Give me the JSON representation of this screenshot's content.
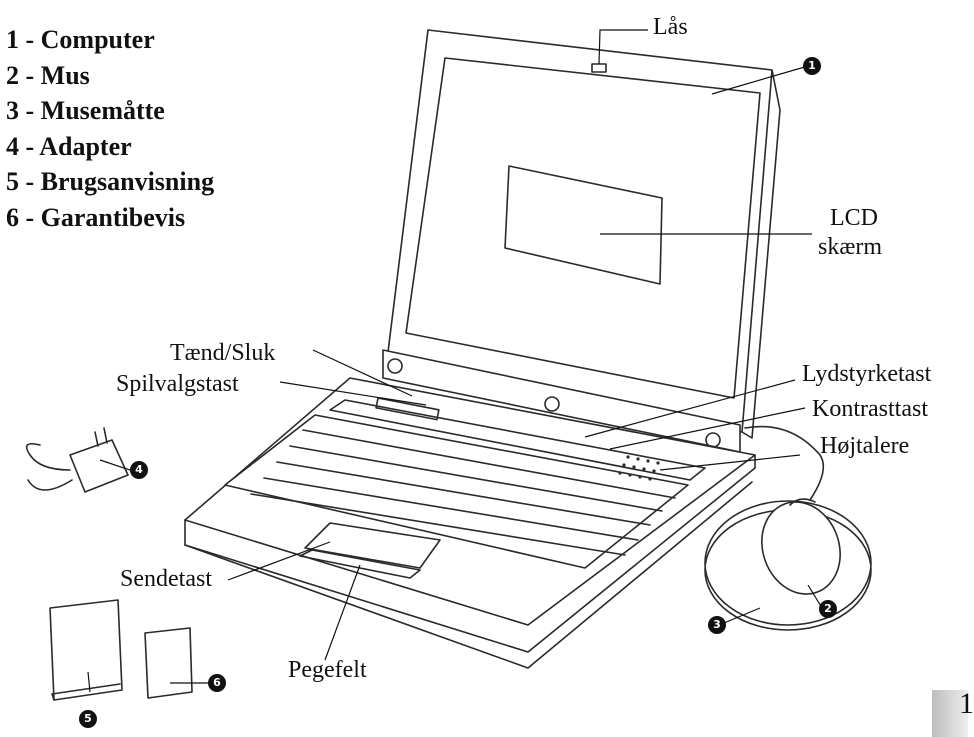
{
  "legend": [
    {
      "text": "1 - Computer"
    },
    {
      "text": "2 - Mus"
    },
    {
      "text": "3 - Musemåtte"
    },
    {
      "text": "4 - Adapter"
    },
    {
      "text": "5 - Brugsanvisning"
    },
    {
      "text": "6 - Garantibevis"
    }
  ],
  "callouts": {
    "lock": "Lås",
    "lcd_line1": "LCD",
    "lcd_line2": "skærm",
    "power": "Tænd/Sluk",
    "game_select": "Spilvalgstast",
    "volume": "Lydstyrketast",
    "contrast": "Kontrasttast",
    "speakers": "Højtalere",
    "enter": "Sendetast",
    "touchpad": "Pegefelt"
  },
  "badges": {
    "computer": "1",
    "mouse": "2",
    "mousepad": "3",
    "adapter": "4",
    "manual": "5",
    "warranty": "6"
  },
  "page_number": "1"
}
